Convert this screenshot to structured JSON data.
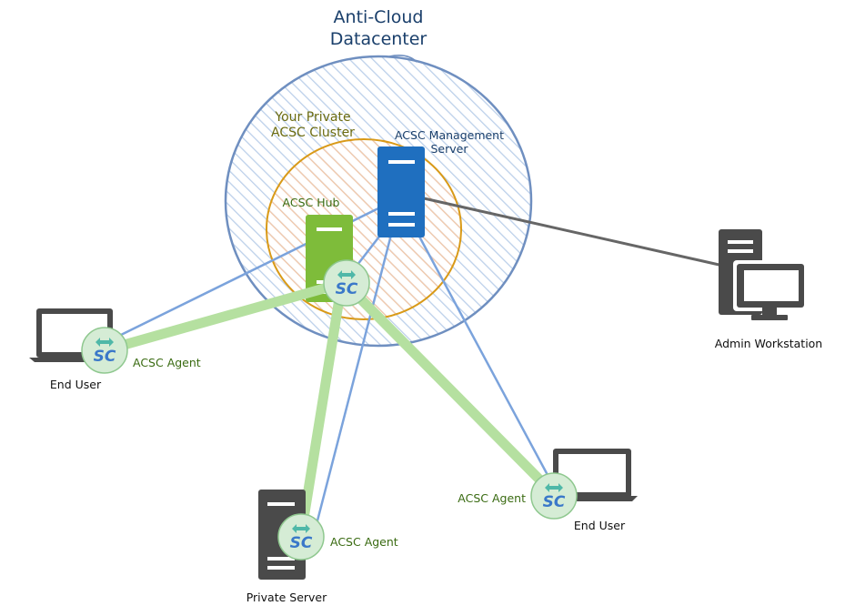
{
  "title": {
    "line1": "Anti-Cloud",
    "line2": "Datacenter"
  },
  "cluster": {
    "line1": "Your Private",
    "line2": "ACSC Cluster"
  },
  "management_server": {
    "line1": "ACSC Management",
    "line2": "Server"
  },
  "hub": {
    "label": "ACSC Hub"
  },
  "admin_workstation": {
    "label": "Admin Workstation"
  },
  "end_user_left": {
    "label": "End User",
    "agent_label": "ACSC Agent"
  },
  "end_user_right": {
    "label": "End User",
    "agent_label": "ACSC Agent"
  },
  "private_server": {
    "label": "Private Server",
    "agent_label": "ACSC Agent"
  },
  "agent_badge": {
    "text": "SC",
    "icon": "double-arrow-icon"
  },
  "colors": {
    "datacenter_border": "#6f8fc0",
    "datacenter_hatch": "#bcd0ea",
    "cluster_border": "#d99a18",
    "cluster_hatch": "#f5c9a8",
    "management_server": "#1f6fbf",
    "hub": "#7ebc3a",
    "device_gray": "#4a4a4a",
    "link_blue": "#7ba3dc",
    "link_green": "#b5e0a0",
    "link_admin": "#666666",
    "badge_fill": "#d5ecd5",
    "badge_border": "#8fc88f"
  }
}
